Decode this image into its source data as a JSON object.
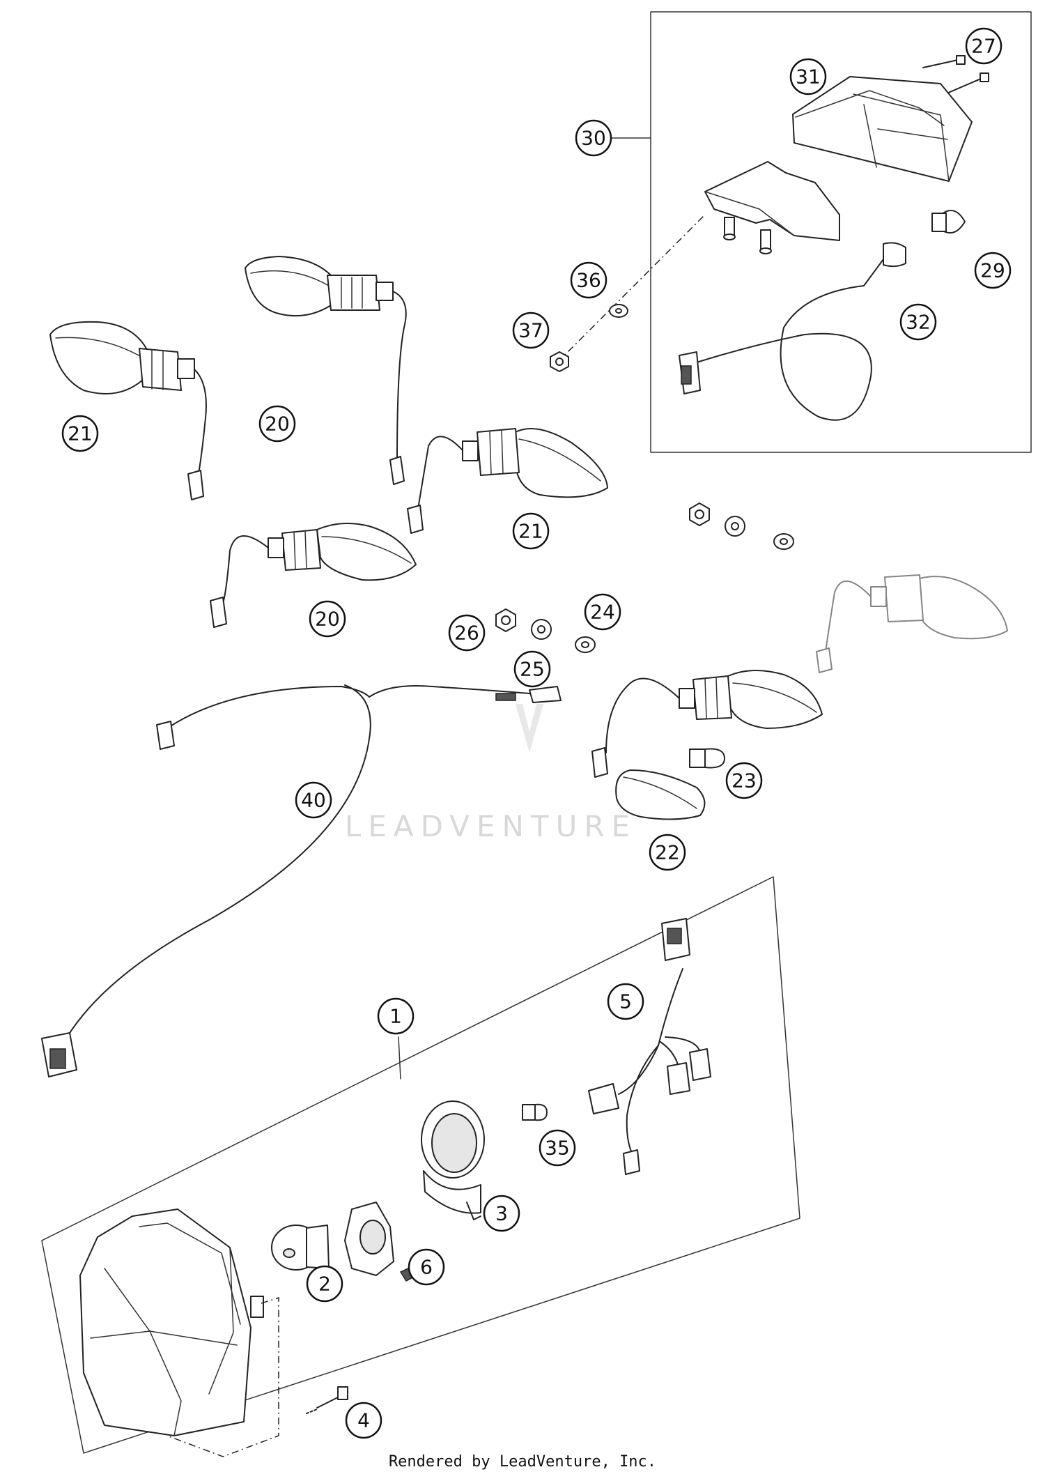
{
  "callouts": [
    {
      "label": "1"
    },
    {
      "label": "2"
    },
    {
      "label": "3"
    },
    {
      "label": "4"
    },
    {
      "label": "5"
    },
    {
      "label": "6"
    },
    {
      "label": "20"
    },
    {
      "label": "20"
    },
    {
      "label": "21"
    },
    {
      "label": "21"
    },
    {
      "label": "22"
    },
    {
      "label": "23"
    },
    {
      "label": "24"
    },
    {
      "label": "25"
    },
    {
      "label": "26"
    },
    {
      "label": "27"
    },
    {
      "label": "29"
    },
    {
      "label": "30"
    },
    {
      "label": "31"
    },
    {
      "label": "32"
    },
    {
      "label": "35"
    },
    {
      "label": "36"
    },
    {
      "label": "37"
    },
    {
      "label": "40"
    }
  ],
  "watermark": "LEADVENTURE",
  "footer": "Rendered by LeadVenture, Inc."
}
